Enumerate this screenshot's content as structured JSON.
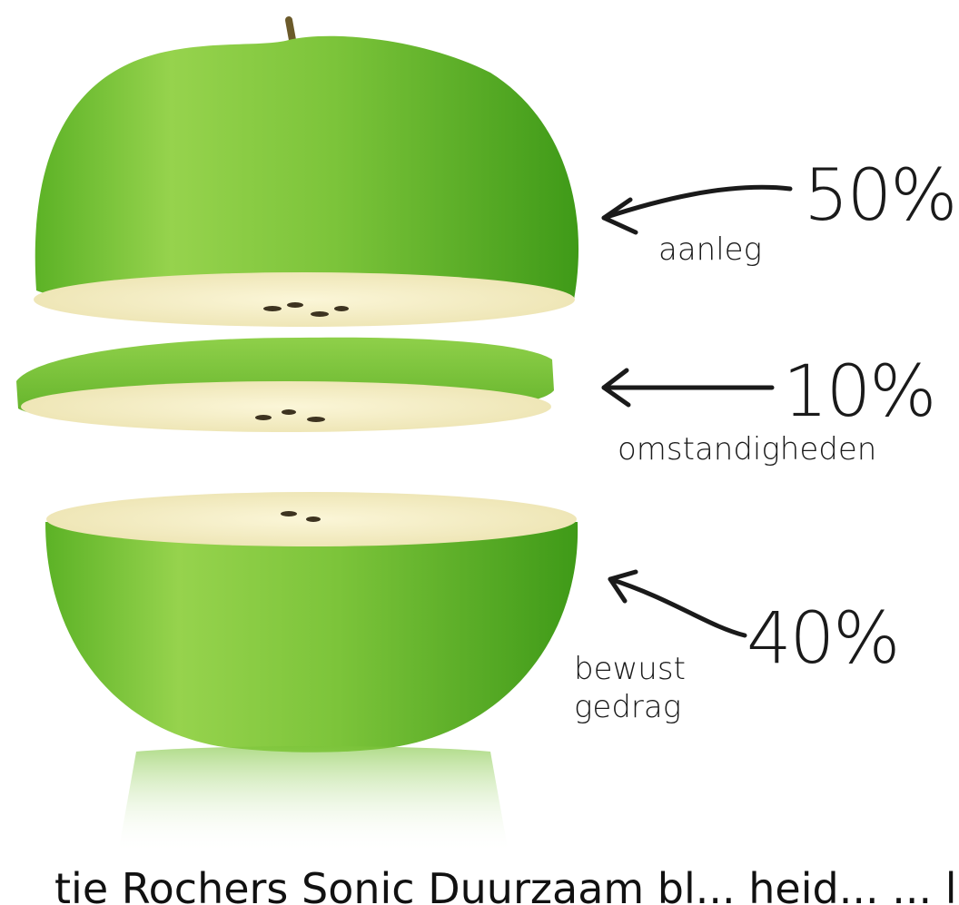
{
  "annotations": [
    {
      "percent": "50%",
      "label_lines": [
        "aanleg"
      ]
    },
    {
      "percent": "10%",
      "label_lines": [
        "omstandigheden"
      ]
    },
    {
      "percent": "40%",
      "label_lines": [
        "bewust",
        "gedrag"
      ]
    }
  ],
  "caption": "tie Rochers  Sonic  Duurzaam bl... heid...  ... l",
  "colors": {
    "peel_light": "#a6dc5a",
    "peel_dark": "#4faa1e",
    "flesh": "#f3ecc1",
    "ink": "#1a1a1a"
  }
}
